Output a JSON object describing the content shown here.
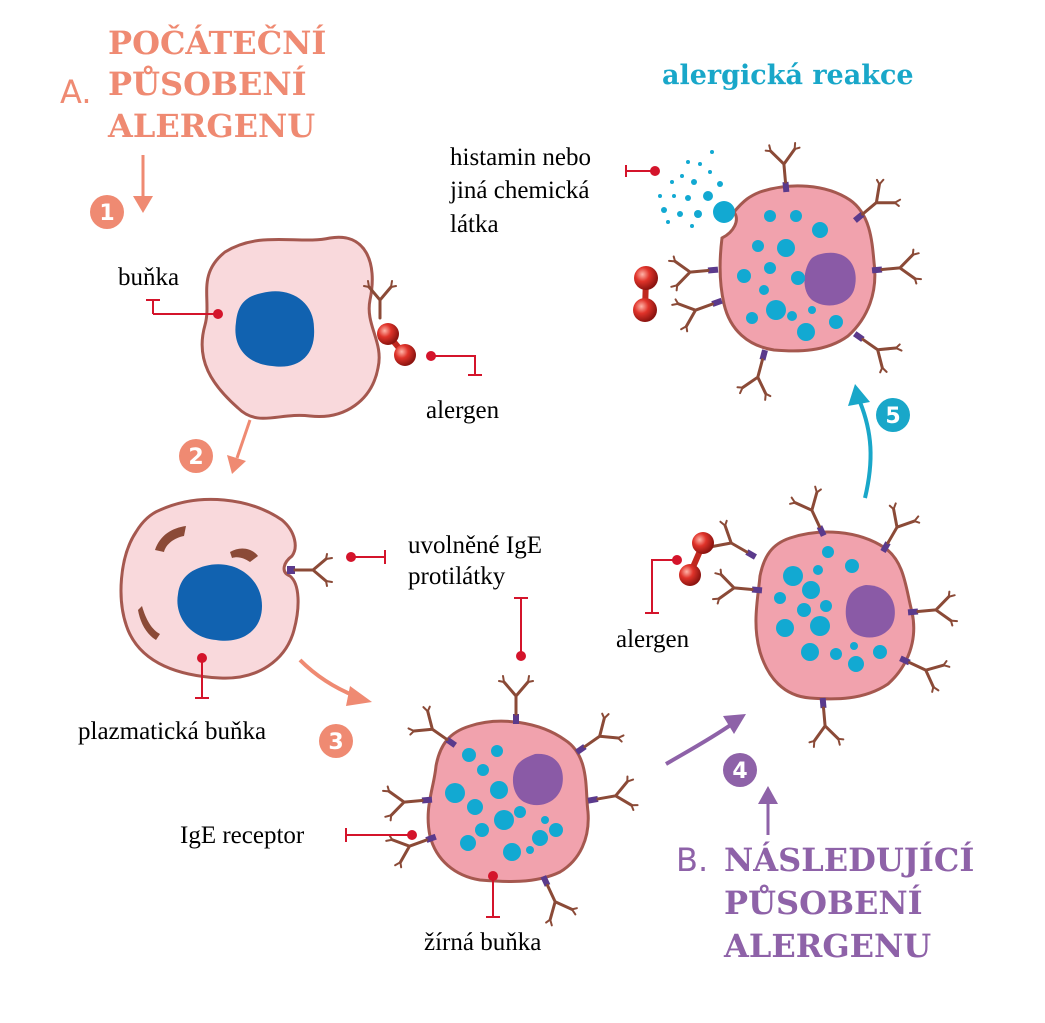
{
  "colors": {
    "salmon": "#ef8a72",
    "purple": "#8e62a8",
    "cyan": "#19a7c9",
    "leader": "#d4142b",
    "cell_fill": "#f9d9dc",
    "cell_edge": "#a5584f",
    "nucleus_blue": "#1162b0",
    "mast_fill": "#f1a2ad",
    "mast_nucleus": "#8a5aa6",
    "granule": "#12a9d2",
    "antibody": "#8b4a37",
    "receptor": "#5b3a8c",
    "allergen_red": "#d9312b"
  },
  "section_a": {
    "letter": "A.",
    "title_lines": [
      "POČÁTEČNÍ",
      "PŮSOBENÍ",
      "ALERGENU"
    ]
  },
  "section_b": {
    "letter": "B.",
    "title_lines": [
      "NÁSLEDUJÍCÍ",
      "PŮSOBENÍ",
      "ALERGENU"
    ]
  },
  "reaction_title": "alergická reakce",
  "steps": [
    "1",
    "2",
    "3",
    "4",
    "5"
  ],
  "labels": {
    "cell": "buňka",
    "allergen_1": "alergen",
    "released_ige_line1": "uvolněné IgE",
    "released_ige_line2": "protilátky",
    "plasma_cell": "plazmatická buňka",
    "ige_receptor": "IgE receptor",
    "mast_cell": "žírná buňka",
    "allergen_2": "alergen",
    "histamine_line1": "histamin nebo",
    "histamine_line2": "jiná chemická",
    "histamine_line3": "látka"
  },
  "icons": [
    "down-arrow-icon",
    "curved-arrow-icon",
    "antibody-icon",
    "allergen-molecule-icon",
    "cell-icon",
    "mast-cell-icon"
  ]
}
